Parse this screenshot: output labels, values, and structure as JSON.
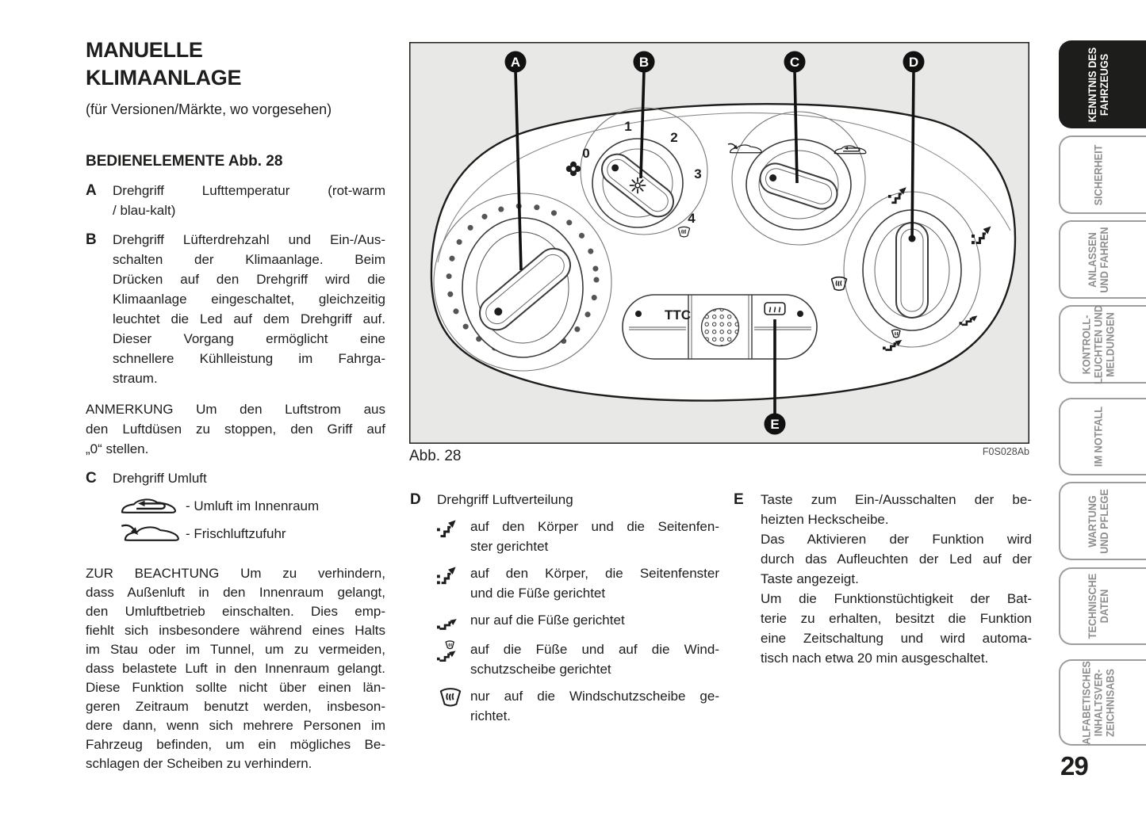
{
  "page": {
    "number": "29"
  },
  "left_column": {
    "title_lines": [
      "MANUELLE",
      "KLIMAANLAGE"
    ],
    "subtitle": "(für Versionen/Märkte, wo vorgesehen)",
    "section_heading": "BEDIENELEMENTE Abb. 28",
    "item_a": {
      "letter": "A",
      "lines": [
        "Drehgriff Lufttemperatur (rot-warm",
        "/ blau-kalt)"
      ]
    },
    "item_b": {
      "letter": "B",
      "lines": [
        "Drehgriff Lüfterdrehzahl und Ein-/Aus-",
        "schalten der Klimaanlage. Beim",
        "Drücken auf den Drehgriff wird die",
        "Klimaanlage eingeschaltet, gleichzeitig",
        "leuchtet die Led auf dem Drehgriff auf.",
        "Dieser Vorgang ermöglicht eine",
        "schnellere Kühlleistung im Fahrga-",
        "straum."
      ]
    },
    "note_lines": [
      "ANMERKUNG Um den Luftstrom aus",
      "den Luftdüsen zu stoppen, den Griff auf",
      "„0“ stellen."
    ],
    "item_c": {
      "letter": "C",
      "label": "Drehgriff Umluft",
      "options": [
        {
          "icon": "recirculation-car-icon",
          "icon_ref": "#sym-car-recirc",
          "text": "- Umluft im Innenraum"
        },
        {
          "icon": "fresh-air-car-icon",
          "icon_ref": "#sym-car-fresh",
          "text": "- Frischluftzufuhr"
        }
      ]
    },
    "warning_lines": [
      "ZUR BEACHTUNG Um zu verhindern,",
      "dass Außenluft in den Innenraum gelangt,",
      "den Umluftbetrieb einschalten. Dies emp-",
      "fiehlt sich insbesondere während eines Halts",
      "im Stau oder im Tunnel, um zu vermeiden,",
      "dass belastete Luft in den Innenraum gelangt.",
      "Diese Funktion sollte nicht über einen län-",
      "geren Zeitraum benutzt werden, insbeson-",
      "dere dann, wenn sich mehrere Personen im",
      "Fahrzeug befinden, um ein mögliches Be-",
      "schlagen der Scheiben zu verhindern."
    ]
  },
  "middle_column": {
    "item_d": {
      "letter": "D",
      "label": "Drehgriff Luftverteilung",
      "entries": [
        {
          "icon": "vent-body-icon",
          "icon_ref": "#sym-vent-body",
          "lines": [
            "auf den Körper und die Seitenfen-",
            "ster gerichtet"
          ]
        },
        {
          "icon": "vent-body-feet-icon",
          "icon_ref": "#sym-vent-body-feet",
          "lines": [
            "auf den Körper, die Seitenfenster",
            "und die Füße gerichtet"
          ]
        },
        {
          "icon": "vent-feet-icon",
          "icon_ref": "#sym-vent-feet",
          "lines": [
            "nur auf die Füße gerichtet"
          ]
        },
        {
          "icon": "vent-feet-windshield-icon",
          "icon_ref": "#sym-vent-feet-ws",
          "lines": [
            "auf die Füße und auf die Wind-",
            "schutzscheibe gerichtet"
          ]
        },
        {
          "icon": "windshield-icon",
          "icon_ref": "#sym-windshield",
          "lines": [
            "nur auf die Windschutzscheibe ge-",
            "richtet."
          ]
        }
      ]
    }
  },
  "right_column": {
    "item_e": {
      "letter": "E",
      "para1": [
        "Taste zum Ein-/Ausschalten der be-",
        "heizten Heckscheibe."
      ],
      "para2": [
        "Das Aktivieren der Funktion wird",
        "durch das Aufleuchten der Led auf der",
        "Taste angezeigt."
      ],
      "para3": [
        "Um die Funktionstüchtigkeit der Bat-",
        "terie zu erhalten, besitzt die Funktion",
        "eine Zeitschaltung und wird automa-",
        "tisch nach etwa 20 min ausgeschaltet."
      ]
    }
  },
  "figure": {
    "caption": "Abb. 28",
    "code": "F0S028Ab",
    "labels": [
      "A",
      "B",
      "C",
      "D",
      "E"
    ],
    "knob_b_scale": [
      "0",
      "1",
      "2",
      "3",
      "4"
    ],
    "ttc_label": "TTC",
    "icon_names": [
      "fan-icon",
      "snowflake-icon",
      "windshield-defrost-icon",
      "fresh-air-car-icon",
      "recirculation-car-icon",
      "vent-body-icon",
      "vent-body-feet-icon",
      "vent-feet-icon",
      "vent-feet-windshield-icon",
      "rear-window-defrost-icon",
      "speaker-grille"
    ]
  },
  "sidebar": {
    "tabs": [
      {
        "label_lines": [
          "KENNTNIS DES",
          "FAHRZEUGS"
        ],
        "active": true
      },
      {
        "label_lines": [
          "SICHERHEIT"
        ],
        "active": false
      },
      {
        "label_lines": [
          "ANLASSEN",
          "UND FAHREN"
        ],
        "active": false
      },
      {
        "label_lines": [
          "KONTROLL-",
          "LEUCHTEN UND",
          "MELDUNGEN"
        ],
        "active": false
      },
      {
        "label_lines": [
          "IM NOTFALL"
        ],
        "active": false
      },
      {
        "label_lines": [
          "WARTUNG",
          "UND PFLEGE"
        ],
        "active": false
      },
      {
        "label_lines": [
          "TECHNISCHE",
          "DATEN"
        ],
        "active": false
      },
      {
        "label_lines": [
          "ALFABETISCHES",
          "INHALTSVER-",
          "ZEICHNISABS"
        ],
        "active": false
      }
    ],
    "colors": {
      "active_bg": "#1d1d1b",
      "active_text": "#ffffff",
      "inactive_text": "#8d8d8d",
      "border": "#9d9d9c"
    }
  }
}
